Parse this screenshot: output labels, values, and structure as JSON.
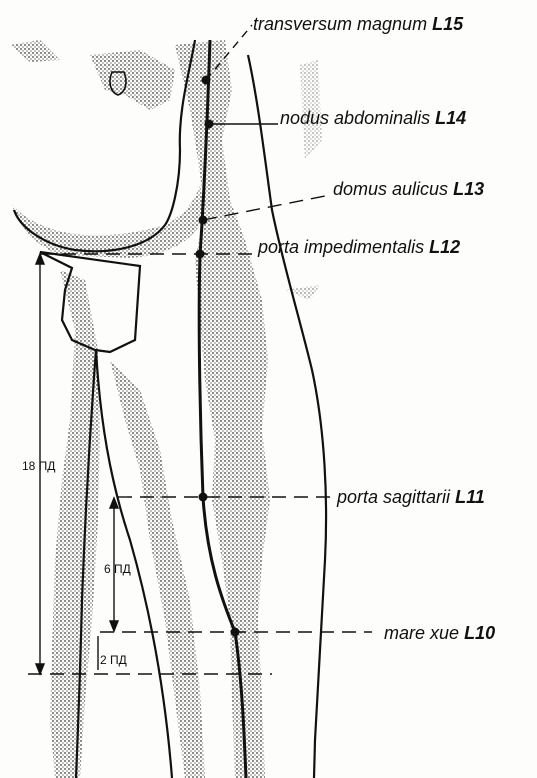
{
  "points": [
    {
      "name": "transversum magnum",
      "code": "L15"
    },
    {
      "name": "nodus abdominalis",
      "code": "L14"
    },
    {
      "name": "domus aulicus",
      "code": "L13"
    },
    {
      "name": "porta impedimentalis",
      "code": "L12"
    },
    {
      "name": "porta sagittarii",
      "code": "L11"
    },
    {
      "name": "mare xue",
      "code": "L10"
    }
  ],
  "measurements": {
    "total": "18 ПД",
    "upper": "6 ПД",
    "lower": "2 ПД"
  },
  "colors": {
    "ink": "#111111",
    "stipple": "#9a9a9a"
  }
}
